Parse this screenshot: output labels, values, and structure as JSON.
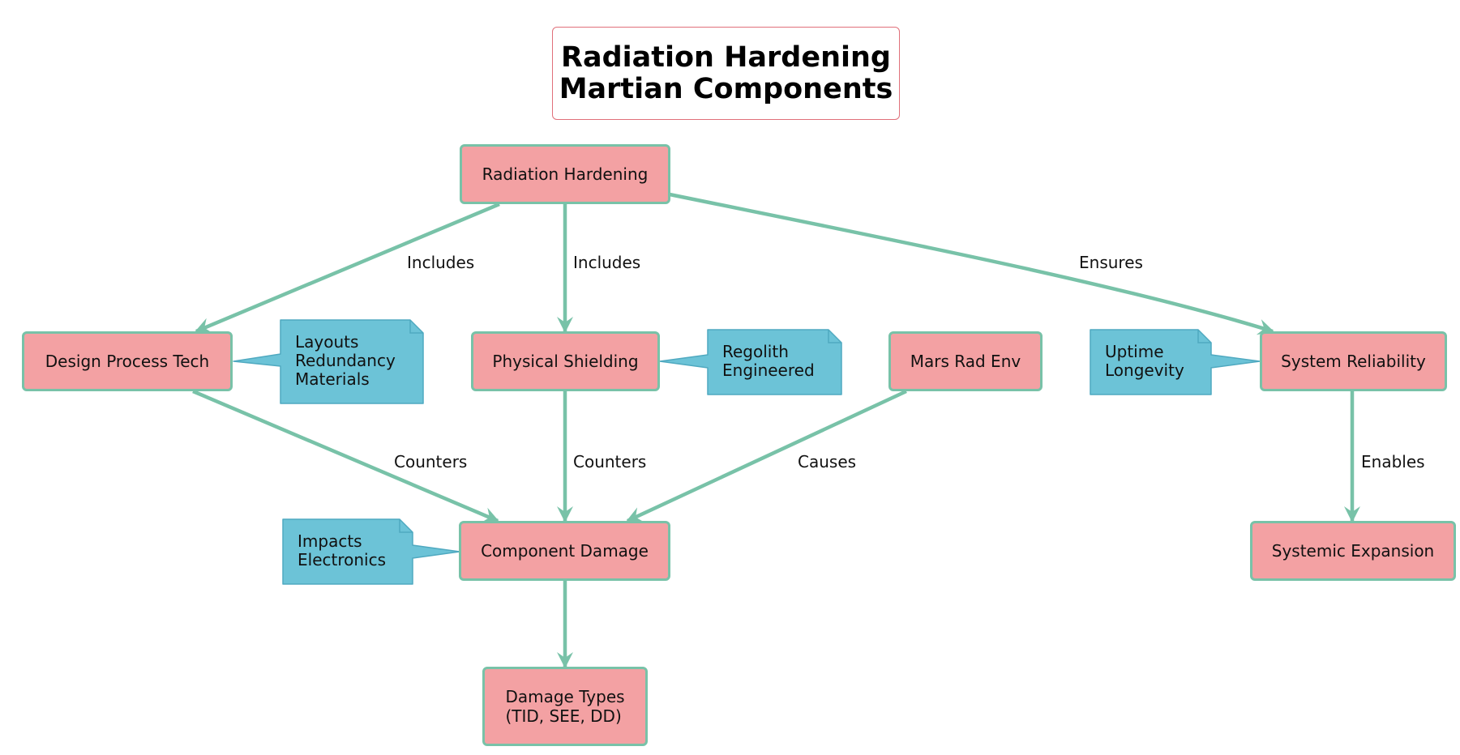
{
  "title": {
    "line1": "Radiation Hardening",
    "line2": "Martian Components"
  },
  "nodes": {
    "radiation_hardening": "Radiation Hardening",
    "design_process_tech": "Design Process Tech",
    "physical_shielding": "Physical Shielding",
    "mars_rad_env": "Mars Rad Env",
    "system_reliability": "System Reliability",
    "component_damage": "Component Damage",
    "systemic_expansion": "Systemic Expansion",
    "damage_types": "Damage Types\n(TID, SEE, DD)"
  },
  "edges": {
    "rh_to_dpt": "Includes",
    "rh_to_ps": "Includes",
    "rh_to_sr": "Ensures",
    "dpt_to_cd": "Counters",
    "ps_to_cd": "Counters",
    "mre_to_cd": "Causes",
    "sr_to_se": "Enables"
  },
  "notes": {
    "design_process_tech": "Layouts\nRedundancy\nMaterials",
    "physical_shielding": "Regolith\nEngineered",
    "system_reliability": "Uptime\nLongevity",
    "component_damage": "Impacts\nElectronics"
  },
  "colors": {
    "node_fill": "#f3a1a3",
    "node_border": "#78c2a8",
    "edge": "#78c2a8",
    "note_fill": "#6cc3d7",
    "note_border": "#4fa9c0",
    "title_border": "#e0707a"
  }
}
